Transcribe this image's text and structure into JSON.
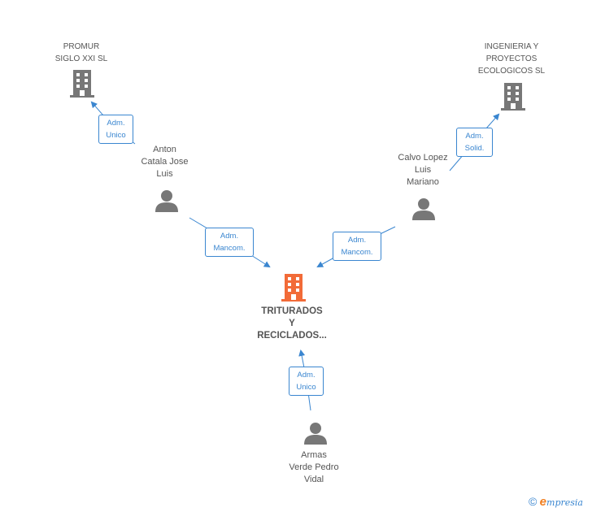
{
  "companies": {
    "promur": {
      "lines": [
        "PROMUR",
        "SIGLO XXI SL"
      ]
    },
    "ingenieria": {
      "lines": [
        "INGENIERIA Y",
        "PROYECTOS",
        "ECOLOGICOS SL"
      ]
    },
    "triturados": {
      "lines": [
        "TRITURADOS",
        "Y",
        "RECICLADOS..."
      ]
    }
  },
  "people": {
    "anton": {
      "lines": [
        "Anton",
        "Catala Jose",
        "Luis"
      ]
    },
    "calvo": {
      "lines": [
        "Calvo Lopez",
        "Luis",
        "Mariano"
      ]
    },
    "armas": {
      "lines": [
        "Armas",
        "Verde Pedro",
        "Vidal"
      ]
    }
  },
  "relations": {
    "anton_promur": [
      "Adm.",
      "Unico"
    ],
    "calvo_ingenieria": [
      "Adm.",
      "Solid."
    ],
    "anton_triturados": [
      "Adm.",
      "Mancom."
    ],
    "calvo_triturados": [
      "Adm.",
      "Mancom."
    ],
    "armas_triturados": [
      "Adm.",
      "Unico"
    ]
  },
  "colors": {
    "link": "#3a86d0",
    "company_icon": "#777777",
    "main_company_icon": "#f26b38",
    "person_icon": "#777777"
  },
  "footer": {
    "copyright": "©",
    "brand_initial": "e",
    "brand_rest": "mpresia"
  }
}
